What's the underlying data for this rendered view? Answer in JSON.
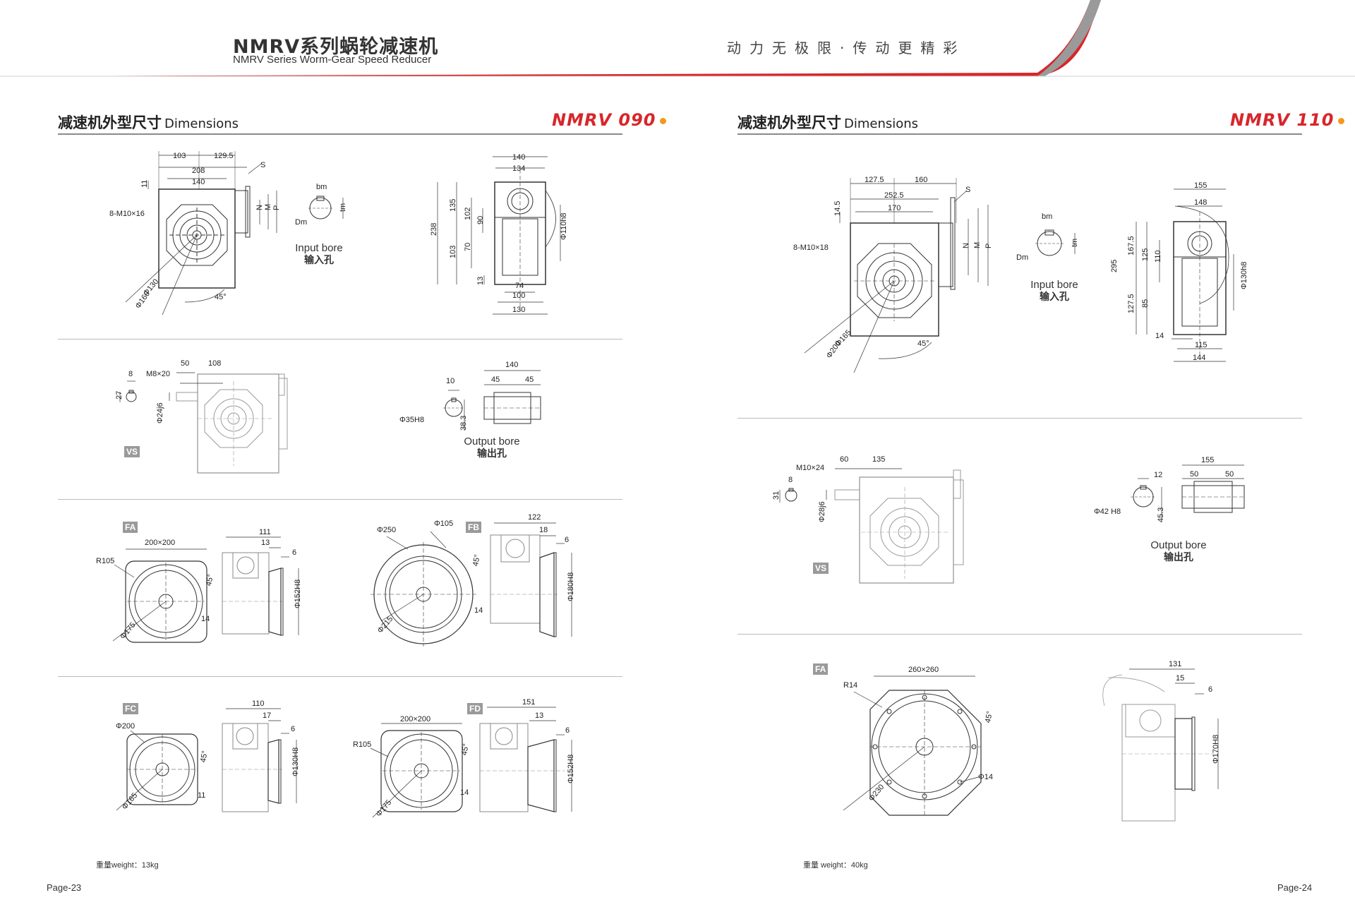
{
  "header": {
    "title": "NMRV系列蜗轮减速机",
    "subtitle": "NMRV Series Worm-Gear Speed Reducer",
    "slogan": "动力无极限·传动更精彩",
    "colors": {
      "accent": "#d8262a",
      "bullet": "#f39a1c",
      "rule": "#8a8a8a"
    }
  },
  "left": {
    "section_zh": "减速机外型尺寸",
    "section_en": "Dimensions",
    "model": "NMRV 090",
    "input_bore_en": "Input bore",
    "input_bore_zh": "输入孔",
    "output_bore_en": "Output bore",
    "output_bore_zh": "输出孔",
    "tags": {
      "vs": "VS",
      "fa": "FA",
      "fb": "FB",
      "fc": "FC",
      "fd": "FD"
    },
    "weight": "重量weight：13kg",
    "page": "Page-23",
    "dims": {
      "a103": "103",
      "a1295": "129.5",
      "a208": "208",
      "a140": "140",
      "a11": "11",
      "s": "S",
      "bolt": "8-M10×16",
      "d130": "Φ130",
      "d160": "Φ160",
      "ang45": "45°",
      "bm": "bm",
      "dm": "Dm",
      "tm": "tm",
      "n": "N",
      "m": "M",
      "p": "P",
      "s140": "140",
      "s134": "134",
      "s238": "238",
      "s135": "135",
      "s102": "102",
      "s90": "90",
      "s103": "103",
      "s70": "70",
      "s13": "13",
      "s74": "74",
      "s100": "100",
      "s130": "130",
      "d110h8": "Φ110h8",
      "vs8": "8",
      "vsm": "M8×20",
      "vs50": "50",
      "vs108": "108",
      "vs27": "27",
      "vsd24": "Φ24j6",
      "ob140": "140",
      "ob10": "10",
      "ob45a": "45",
      "ob45b": "45",
      "obd35": "Φ35H8",
      "ob383": "38.3",
      "fa200": "200×200",
      "far105": "R105",
      "fa45": "45°",
      "fa14": "14",
      "fad175": "Φ175",
      "fa111": "111",
      "fa13": "13",
      "fa6": "6",
      "fad152": "Φ152H8",
      "fbd250": "Φ250",
      "fbd105": "Φ105",
      "fb45": "45°",
      "fb14": "14",
      "fbd215": "Φ215",
      "fb122": "122",
      "fb18": "18",
      "fb6": "6",
      "fbd180": "Φ180H8",
      "fcd200": "Φ200",
      "fc45": "45°",
      "fc11": "11",
      "fcd165": "Φ165",
      "fc110": "110",
      "fc17": "17",
      "fc6": "6",
      "fcd130": "Φ130H8",
      "fd200": "200×200",
      "fdr105": "R105",
      "fd45": "45°",
      "fd14": "14",
      "fdd175": "Φ175",
      "fd151": "151",
      "fd13": "13",
      "fd6": "6",
      "fdd152": "Φ152H8"
    }
  },
  "right": {
    "section_zh": "减速机外型尺寸",
    "section_en": "Dimensions",
    "model": "NMRV 110",
    "input_bore_en": "Input bore",
    "input_bore_zh": "输入孔",
    "output_bore_en": "Output bore",
    "output_bore_zh": "输出孔",
    "tags": {
      "vs": "VS",
      "fa": "FA"
    },
    "weight": "重量 weight：40kg",
    "page": "Page-24",
    "dims": {
      "a1275": "127.5",
      "a160": "160",
      "a2525": "252.5",
      "a170": "170",
      "a145": "14.5",
      "s": "S",
      "bolt": "8-M10×18",
      "d165": "Φ165",
      "d200": "Φ200",
      "ang45": "45°",
      "bm": "bm",
      "dm": "Dm",
      "tm": "tm",
      "n": "N",
      "m": "M",
      "p": "P",
      "s155": "155",
      "s148": "148",
      "s295": "295",
      "s1675": "167.5",
      "s125": "125",
      "s110": "110",
      "s1275": "127.5",
      "s85": "85",
      "s14": "14",
      "s115": "115",
      "s144": "144",
      "d130h8": "Φ130h8",
      "vsm": "M10×24",
      "vs60": "60",
      "vs135": "135",
      "vs8": "8",
      "vs31": "31",
      "vsd28": "Φ28j6",
      "ob155": "155",
      "ob12": "12",
      "ob50a": "50",
      "ob50b": "50",
      "obd42": "Φ42 H8",
      "ob453": "45.3",
      "fa260": "260×260",
      "far14": "R14",
      "fa45": "45°",
      "fad14": "Φ14",
      "fad230": "Φ230",
      "fa131": "131",
      "fa15": "15",
      "fa6": "6",
      "fad170": "Φ170H8"
    }
  }
}
